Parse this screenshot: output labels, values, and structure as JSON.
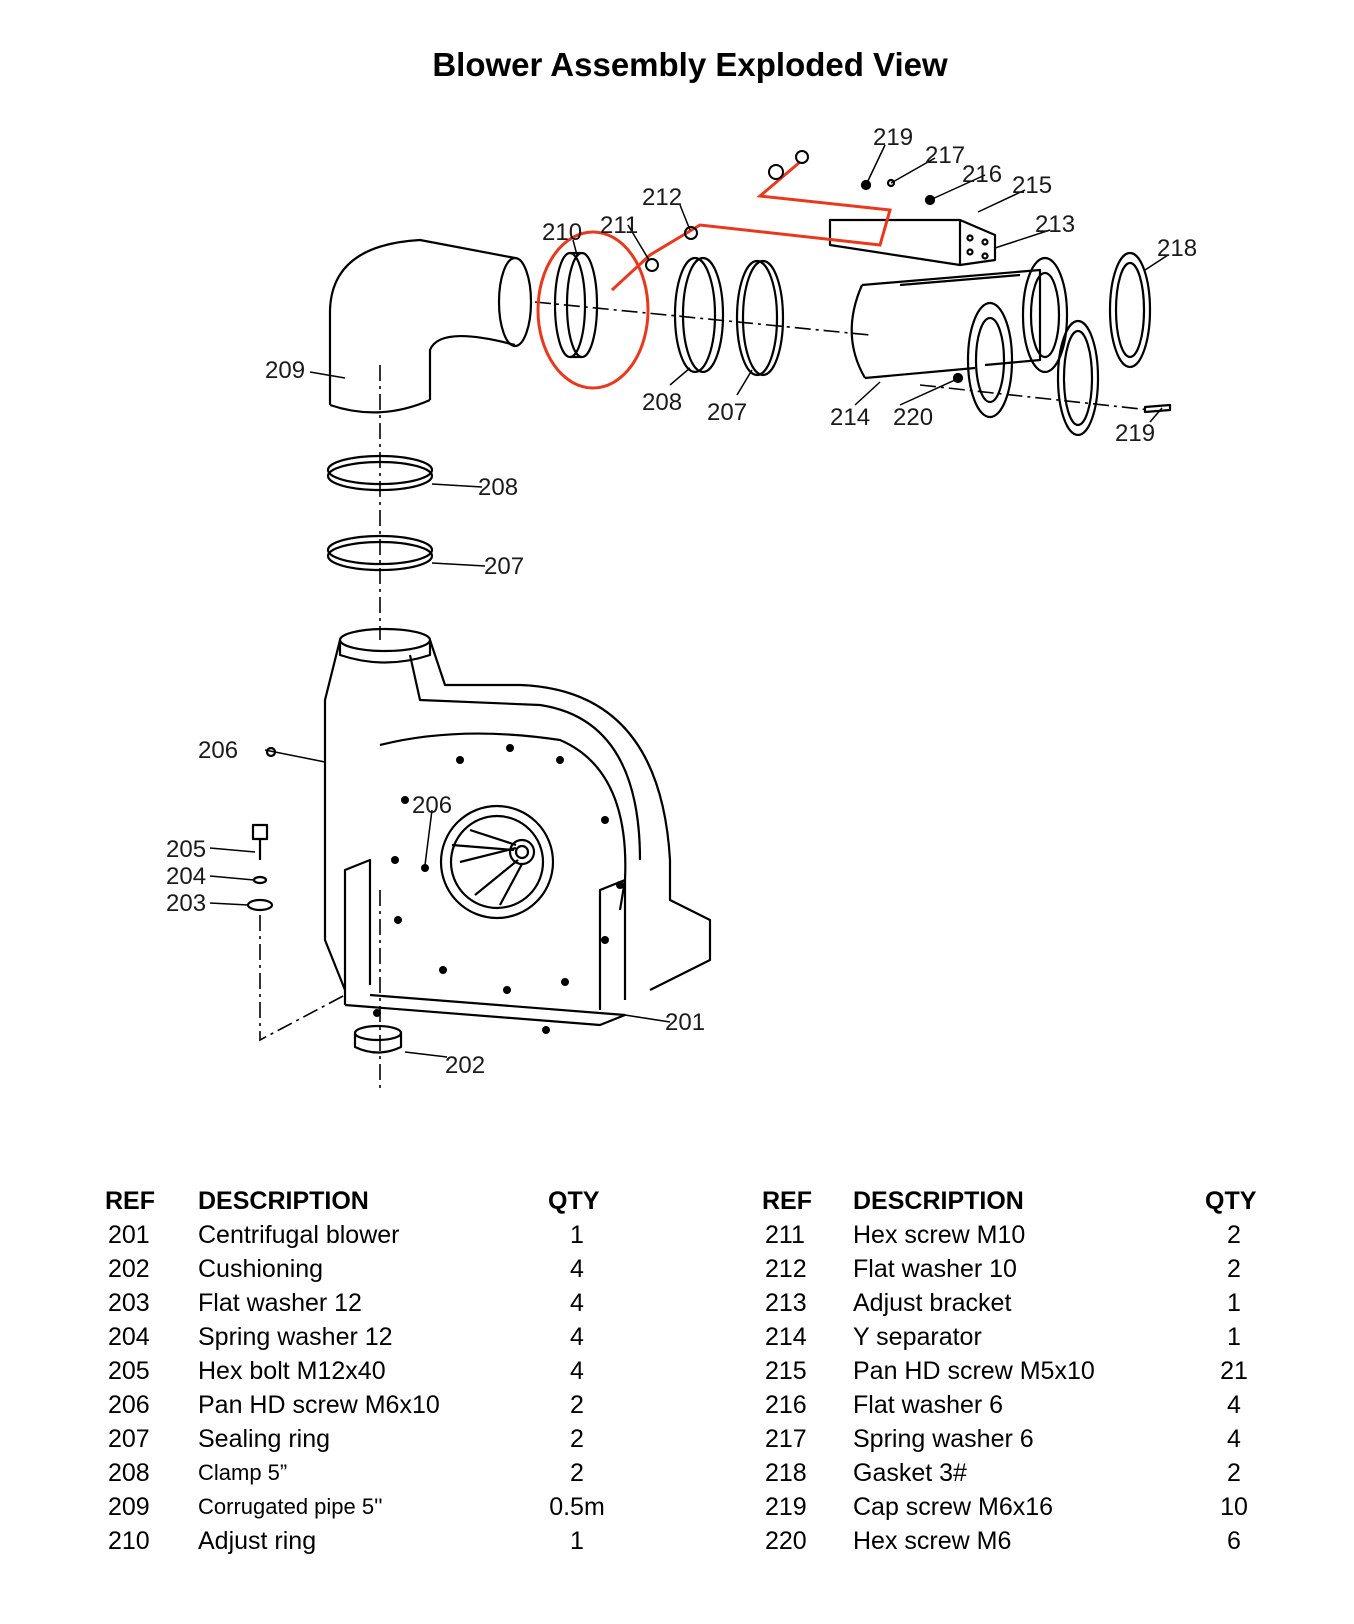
{
  "title": "Blower Assembly Exploded View",
  "accent_color": "#e8381e",
  "callouts": [
    "219",
    "217",
    "216",
    "215",
    "212",
    "210",
    "211",
    "213",
    "218",
    "209",
    "208",
    "207",
    "214",
    "220",
    "219",
    "208",
    "207",
    "206",
    "206",
    "205",
    "204",
    "203",
    "201",
    "202"
  ],
  "table": {
    "headers": {
      "ref": "REF",
      "description": "DESCRIPTION",
      "qty": "QTY"
    },
    "left": [
      {
        "ref": "201",
        "description": "Centrifugal blower",
        "qty": "1"
      },
      {
        "ref": "202",
        "description": "Cushioning",
        "qty": "4"
      },
      {
        "ref": "203",
        "description": "Flat washer 12",
        "qty": "4"
      },
      {
        "ref": "204",
        "description": "Spring washer 12",
        "qty": "4"
      },
      {
        "ref": "205",
        "description": "Hex bolt M12x40",
        "qty": "4"
      },
      {
        "ref": "206",
        "description": "Pan HD screw M6x10",
        "qty": "2"
      },
      {
        "ref": "207",
        "description": "Sealing ring",
        "qty": "2"
      },
      {
        "ref": "208",
        "description": "Clamp 5”",
        "qty": "2"
      },
      {
        "ref": "209",
        "description": "Corrugated pipe 5''",
        "qty": "0.5m"
      },
      {
        "ref": "210",
        "description": "Adjust ring",
        "qty": "1"
      }
    ],
    "right": [
      {
        "ref": "211",
        "description": "Hex screw M10",
        "qty": "2"
      },
      {
        "ref": "212",
        "description": "Flat washer 10",
        "qty": "2"
      },
      {
        "ref": "213",
        "description": "Adjust bracket",
        "qty": "1"
      },
      {
        "ref": "214",
        "description": "Y separator",
        "qty": "1"
      },
      {
        "ref": "215",
        "description": "Pan HD screw M5x10",
        "qty": "21"
      },
      {
        "ref": "216",
        "description": "Flat washer 6",
        "qty": "4"
      },
      {
        "ref": "217",
        "description": "Spring washer 6",
        "qty": "4"
      },
      {
        "ref": "218",
        "description": "Gasket 3#",
        "qty": "2"
      },
      {
        "ref": "219",
        "description": "Cap screw M6x16",
        "qty": "10"
      },
      {
        "ref": "220",
        "description": "Hex screw M6",
        "qty": "6"
      }
    ]
  }
}
